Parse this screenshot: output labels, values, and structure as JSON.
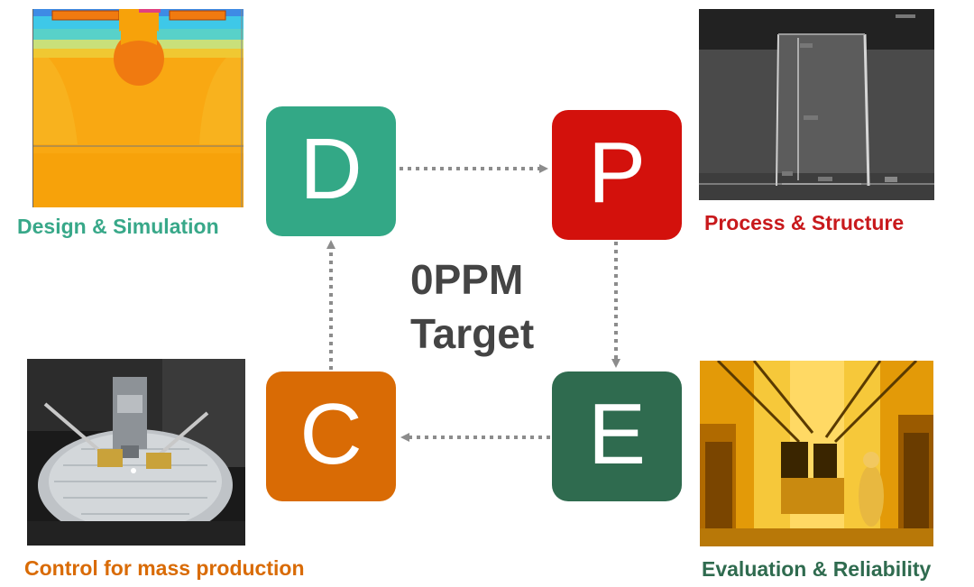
{
  "center": {
    "line1": "0PPM",
    "line2": "Target"
  },
  "boxes": {
    "d": {
      "letter": "D",
      "color": "#33a886"
    },
    "p": {
      "letter": "P",
      "color": "#d3110c"
    },
    "e": {
      "letter": "E",
      "color": "#2f6b4f"
    },
    "c": {
      "letter": "C",
      "color": "#d96b05"
    }
  },
  "captions": {
    "design": {
      "text": "Design & Simulation",
      "color": "#38a889"
    },
    "process": {
      "text": "Process & Structure",
      "color": "#c8191c"
    },
    "evaluation": {
      "text": "Evaluation & Reliability",
      "color": "#2f6b4f"
    },
    "control": {
      "text": "Control for mass production",
      "color": "#d96b05"
    }
  },
  "arrow_color": "#8c8c8c"
}
